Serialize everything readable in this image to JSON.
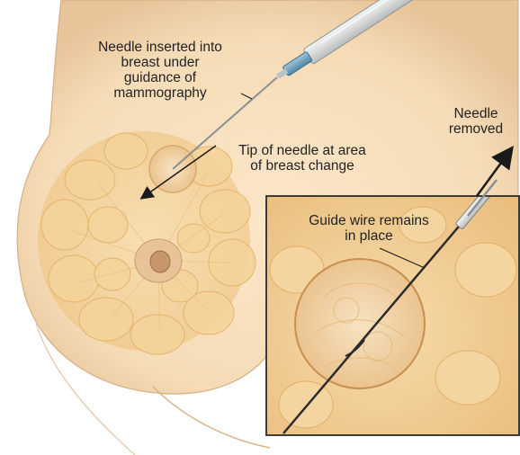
{
  "labels": {
    "needle_inserted": [
      "Needle inserted into",
      "breast under",
      "guidance of",
      "mammography"
    ],
    "needle_tip": [
      "Tip of needle at area",
      "of breast change"
    ],
    "guide_wire": [
      "Guide wire remains",
      "in place"
    ],
    "needle_removed": [
      "Needle",
      "removed"
    ]
  },
  "colors": {
    "skin": "#f5ddb9",
    "skin_edge": "#e0b88c",
    "tissue": "#f3cb82",
    "inset_bg": "#f1cf93",
    "frame": "#2a2a2a"
  }
}
